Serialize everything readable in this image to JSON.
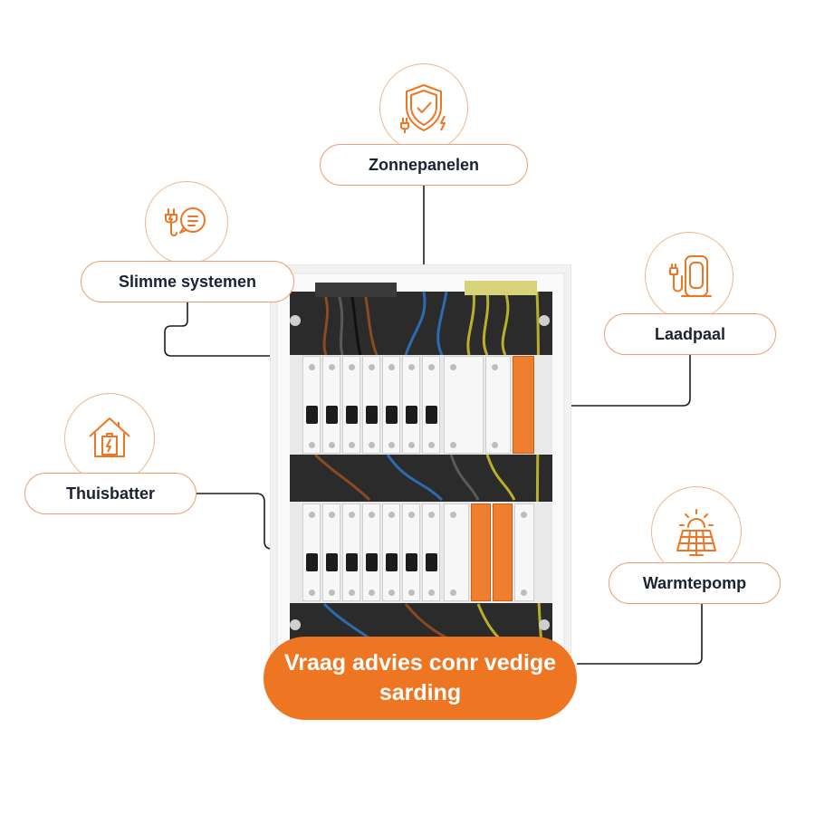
{
  "labels": {
    "top": "Zonnepanelen",
    "left_upper": "Slimme systemen",
    "left_lower": "Thuisbatter",
    "right_upper": "Laadpaal",
    "right_lower": "Warmtepomp"
  },
  "cta": {
    "label": "Vraag advies conr vedige sarding"
  },
  "icons": {
    "top": "shield-plug-icon",
    "left_upper": "plug-chat-icon",
    "left_lower": "house-battery-icon",
    "right_upper": "ev-charger-icon",
    "right_lower": "solar-panel-icon"
  },
  "colors": {
    "accent": "#ee7623",
    "text": "#1b2333",
    "border": "#f0a070"
  }
}
